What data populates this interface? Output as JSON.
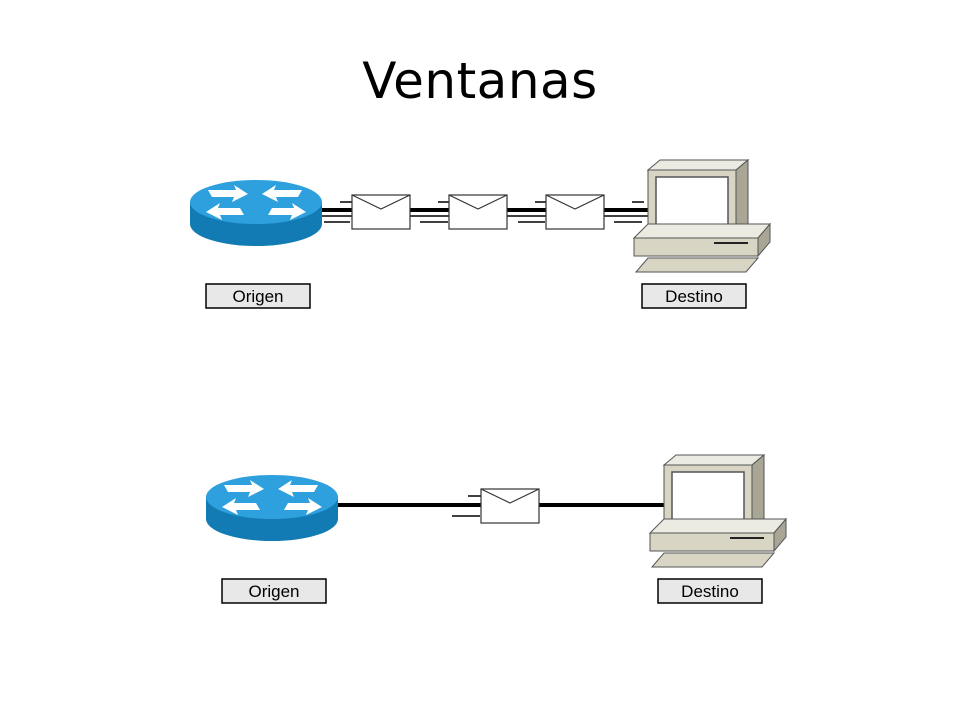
{
  "slide": {
    "title": "Ventanas"
  },
  "scenarios": [
    {
      "source_label": "Origen",
      "destination_label": "Destino"
    },
    {
      "source_label": "Origen",
      "destination_label": "Destino"
    }
  ],
  "icons": {
    "source": "router-icon",
    "destination": "desktop-computer-icon",
    "packet": "envelope-icon"
  },
  "colors": {
    "router_blue": "#1b86c3",
    "router_top": "#2ea0dd",
    "computer_beige": "#d8d5c4",
    "label_box": "#e8e8e8"
  }
}
